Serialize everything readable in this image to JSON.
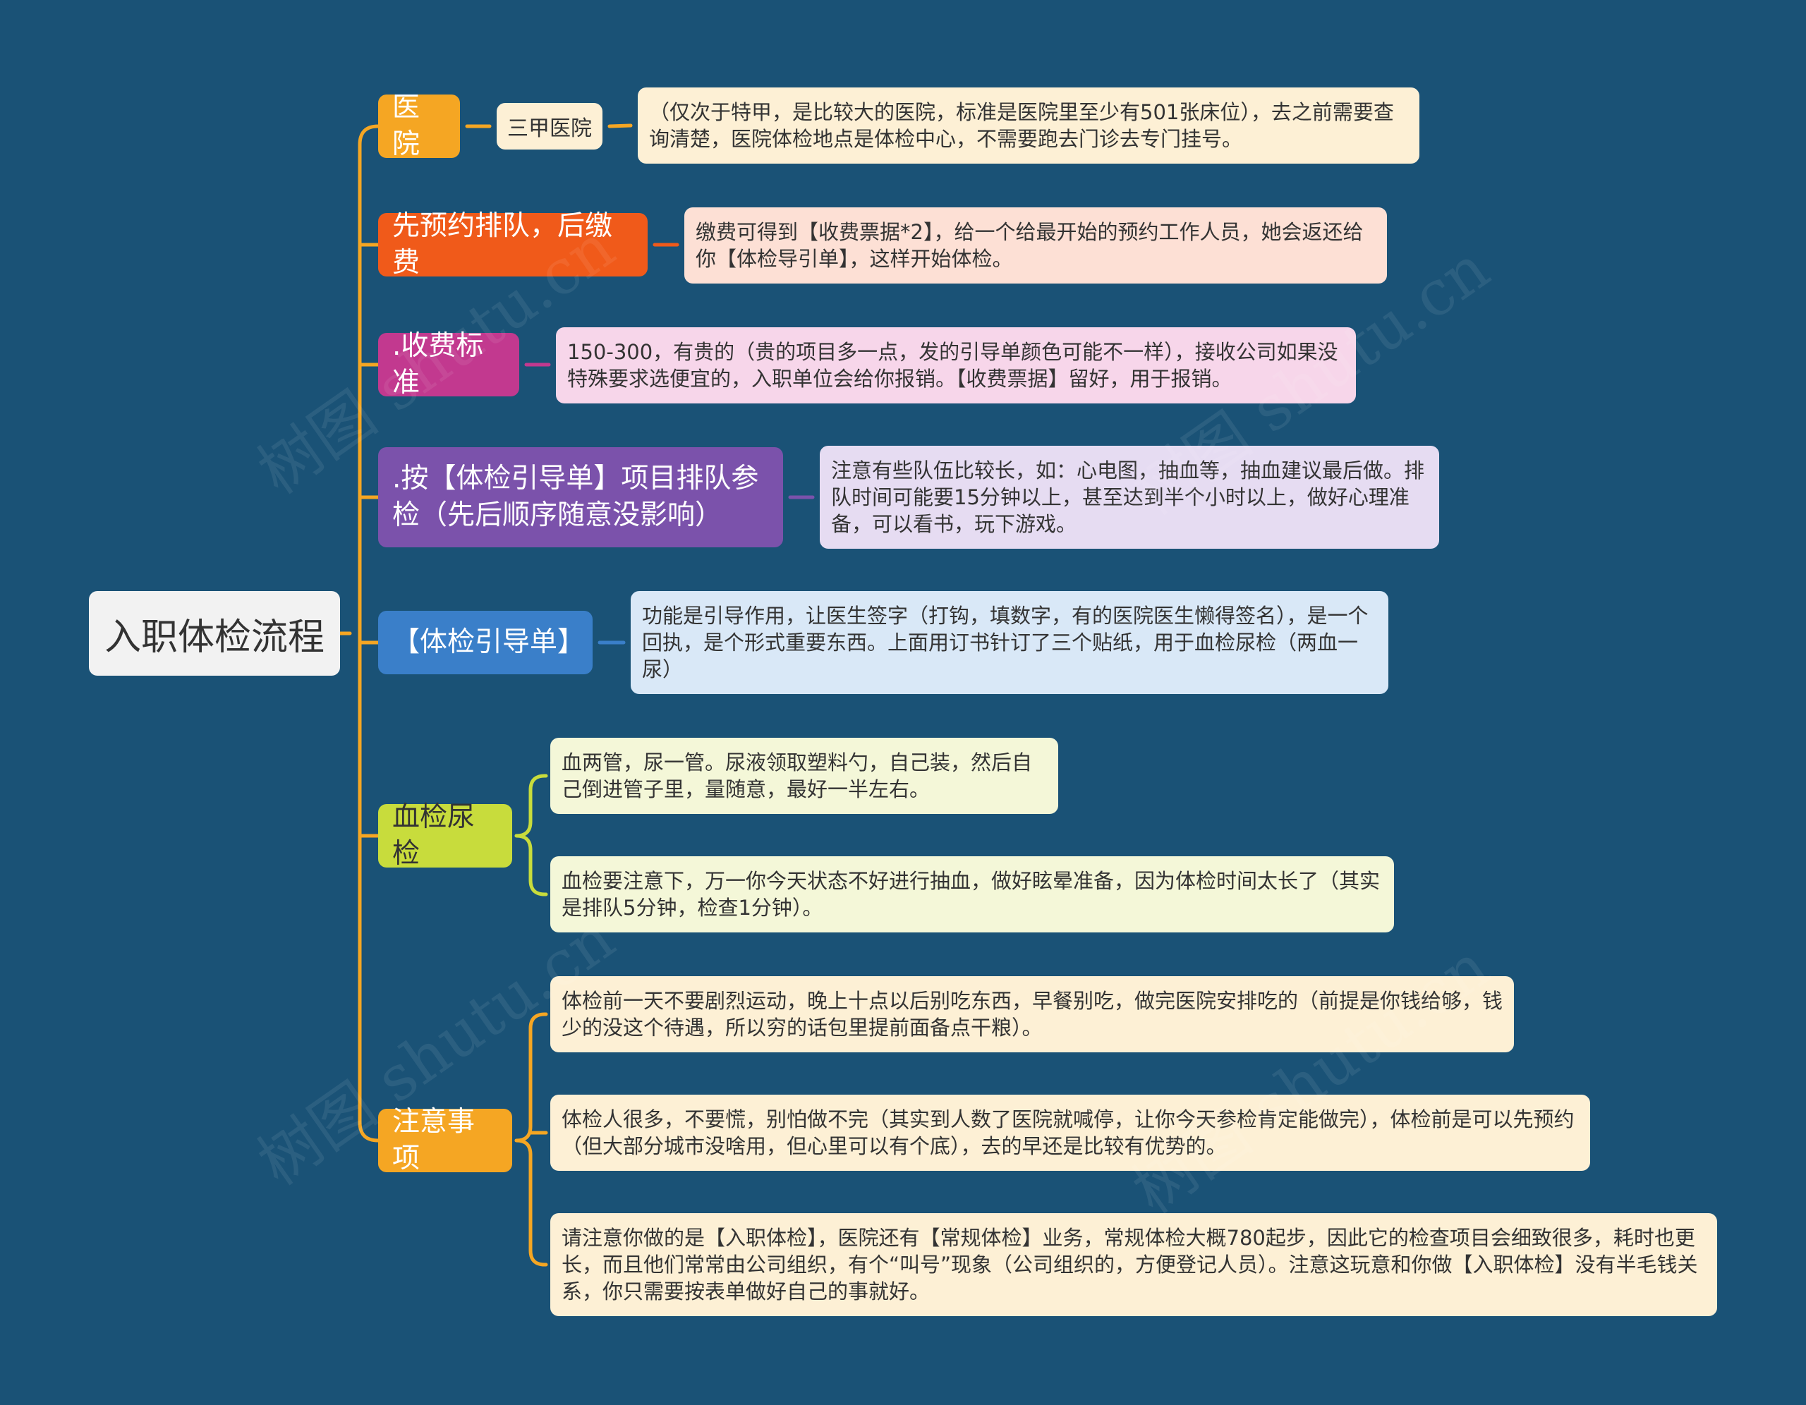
{
  "root": {
    "label": "入职体检流程"
  },
  "branches": [
    {
      "label": "医院",
      "color": "#f5a623",
      "sub": "三甲医院",
      "notes": [
        "（仅次于特甲，是比较大的医院，标准是医院里至少有501张床位），去之前需要查询清楚，医院体检地点是体检中心，不需要跑去门诊去专门挂号。"
      ]
    },
    {
      "label": "先预约排队，后缴费",
      "color": "#f05a1a",
      "notes": [
        "缴费可得到【收费票据*2】，给一个给最开始的预约工作人员，她会返还给你【体检导引单】，这样开始体检。"
      ]
    },
    {
      "label": ".收费标准",
      "color": "#c2398f",
      "notes": [
        "150-300，有贵的（贵的项目多一点，发的引导单颜色可能不一样），接收公司如果没特殊要求选便宜的，入职单位会给你报销。【收费票据】留好，用于报销。"
      ]
    },
    {
      "label": ".按【体检引导单】项目排队参检（先后顺序随意没影响）",
      "color": "#7b52ab",
      "notes": [
        "注意有些队伍比较长，如：心电图，抽血等，抽血建议最后做。排队时间可能要15分钟以上，甚至达到半个小时以上，做好心理准备，可以看书，玩下游戏。"
      ]
    },
    {
      "label": "【体检引导单】",
      "color": "#3a7fc9",
      "notes": [
        "功能是引导作用，让医生签字（打钩，填数字，有的医院医生懒得签名），是一个回执，是个形式重要东西。上面用订书针订了三个贴纸，用于血检尿检（两血一尿）"
      ]
    },
    {
      "label": "血检尿检",
      "color": "#c8dc3c",
      "notes": [
        "血两管，尿一管。尿液领取塑料勺，自己装，然后自己倒进管子里，量随意，最好一半左右。",
        "血检要注意下，万一你今天状态不好进行抽血，做好眩晕准备，因为体检时间太长了（其实是排队5分钟，检查1分钟）。"
      ]
    },
    {
      "label": "注意事项",
      "color": "#f5a623",
      "notes": [
        "体检前一天不要剧烈运动，晚上十点以后别吃东西，早餐别吃，做完医院安排吃的（前提是你钱给够，钱少的没这个待遇，所以穷的话包里提前面备点干粮）。",
        "体检人很多，不要慌，别怕做不完（其实到人数了医院就喊停，让你今天参检肯定能做完），体检前是可以先预约（但大部分城市没啥用，但心里可以有个底），去的早还是比较有优势的。",
        "请注意你做的是【入职体检】，医院还有【常规体检】业务，常规体检大概780起步，因此它的检查项目会细致很多，耗时也更长，而且他们常常由公司组织，有个“叫号”现象（公司组织的，方便登记人员）。注意这玩意和你做【入职体检】没有半毛钱关系，你只需要按表单做好自己的事就好。"
      ]
    }
  ],
  "colors": {
    "background": "#1a5276",
    "trunk": "#f5a623",
    "note_fills": [
      "#fdf0d5",
      "#fde0d5",
      "#f7d6ea",
      "#e6dcf2",
      "#d9e8f7",
      "#f4f7d8",
      "#fdf0d5"
    ],
    "note_text": "#333333"
  },
  "watermark": "树图 shutu.cn"
}
